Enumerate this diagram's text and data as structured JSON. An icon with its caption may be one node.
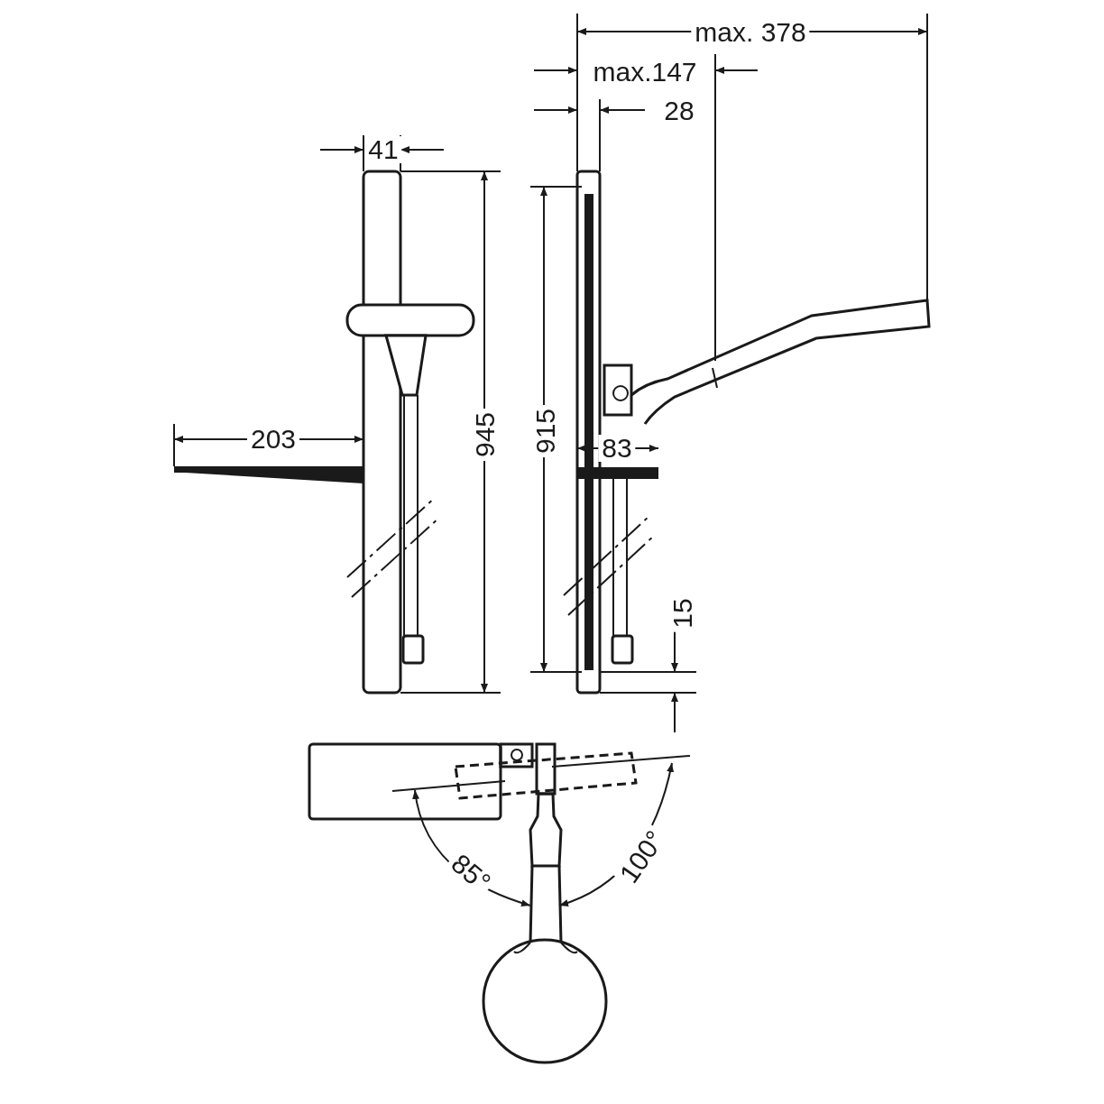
{
  "diagram": {
    "labels": [
      "max. 378",
      "max.147",
      "28",
      "41",
      "945",
      "915",
      "203",
      "83",
      "15",
      "85°",
      "100°"
    ]
  }
}
